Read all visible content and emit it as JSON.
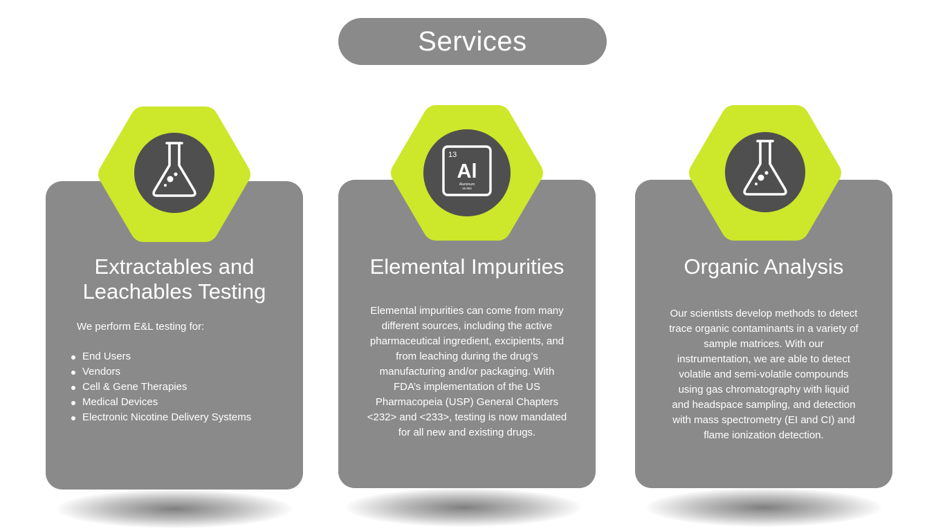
{
  "title": "Services",
  "colors": {
    "card": "#8a8a8a",
    "accent": "#cde72b",
    "badge": "#4f4f4f",
    "text": "#ffffff"
  },
  "cards": [
    {
      "icon": "flask-icon",
      "title_line1": "Extractables and",
      "title_line2": "Leachables Testing",
      "intro": "We perform E&L testing for:",
      "items": [
        "End Users",
        "Vendors",
        "Cell & Gene Therapies",
        "Medical Devices",
        "Electronic Nicotine Delivery Systems"
      ]
    },
    {
      "icon": "periodic-element-icon",
      "element": {
        "number": "13",
        "symbol": "Al",
        "name": "Aluminum",
        "mass": "26.982"
      },
      "title": "Elemental Impurities",
      "lines": [
        "Elemental impurities can come from many",
        "different sources, including the active",
        "pharmaceutical ingredient, excipients, and",
        "from leaching during the drug’s",
        "manufacturing and/or packaging. With",
        "FDA’s implementation of the US",
        "Pharmacopeia (USP) General Chapters",
        "<232> and <233>, testing is now mandated",
        "for all new and existing drugs."
      ]
    },
    {
      "icon": "flask-icon",
      "title": "Organic Analysis",
      "lines": [
        "Our scientists develop methods to detect",
        "trace organic contaminants in a variety of",
        "sample matrices. With our",
        "instrumentation, we are able to detect",
        "volatile and semi-volatile compounds",
        "using gas chromatography with liquid",
        "and headspace sampling, and detection",
        "with mass spectrometry (EI and CI) and",
        "flame ionization detection."
      ]
    }
  ]
}
